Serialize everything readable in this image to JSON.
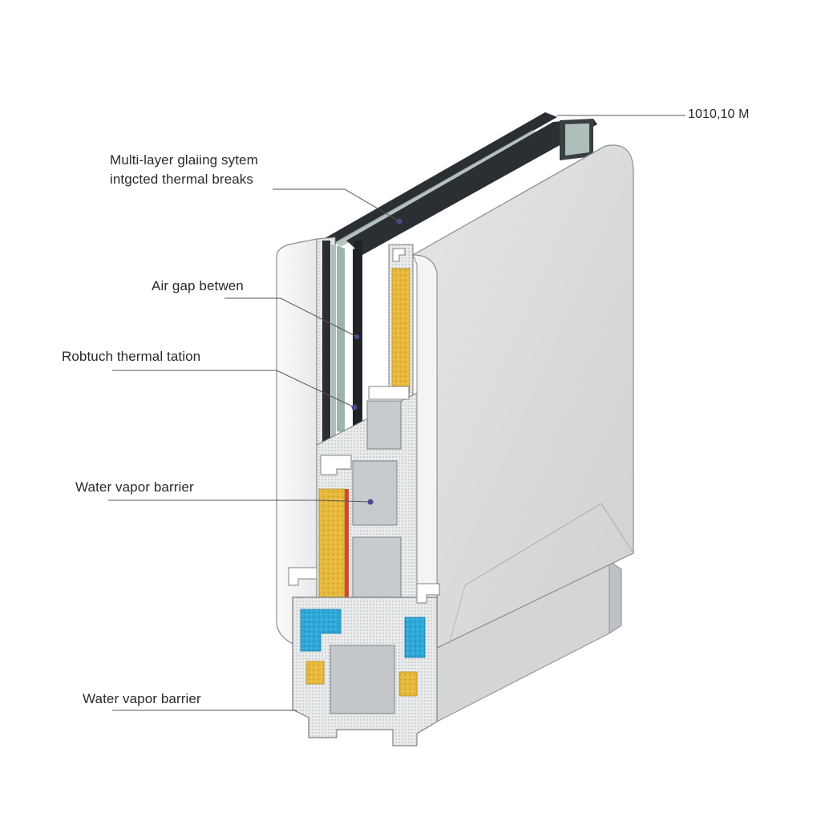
{
  "labels": {
    "dimension": "1010,10 M",
    "glazing_line1": "Multi-layer glaiing sytem",
    "glazing_line2": "intgcted thermal breaks",
    "air_gap": "Air gap betwen",
    "robust": "Robtuch thermal tation",
    "vapor_barrier_1": "Water vapor barrier",
    "vapor_barrier_2": "Water vapor barrier"
  },
  "colors": {
    "frame_face": "#d9dadb",
    "frame_side": "#f2f2f2",
    "frame_outline": "#8a8d90",
    "glass_dark": "#2b2f33",
    "glass_tint": "#aebfba",
    "insulation_yellow": "#e7b93c",
    "seal_blue": "#2ea8d8",
    "leader_line": "#555555",
    "marker_dot": "#4a4a8a"
  }
}
